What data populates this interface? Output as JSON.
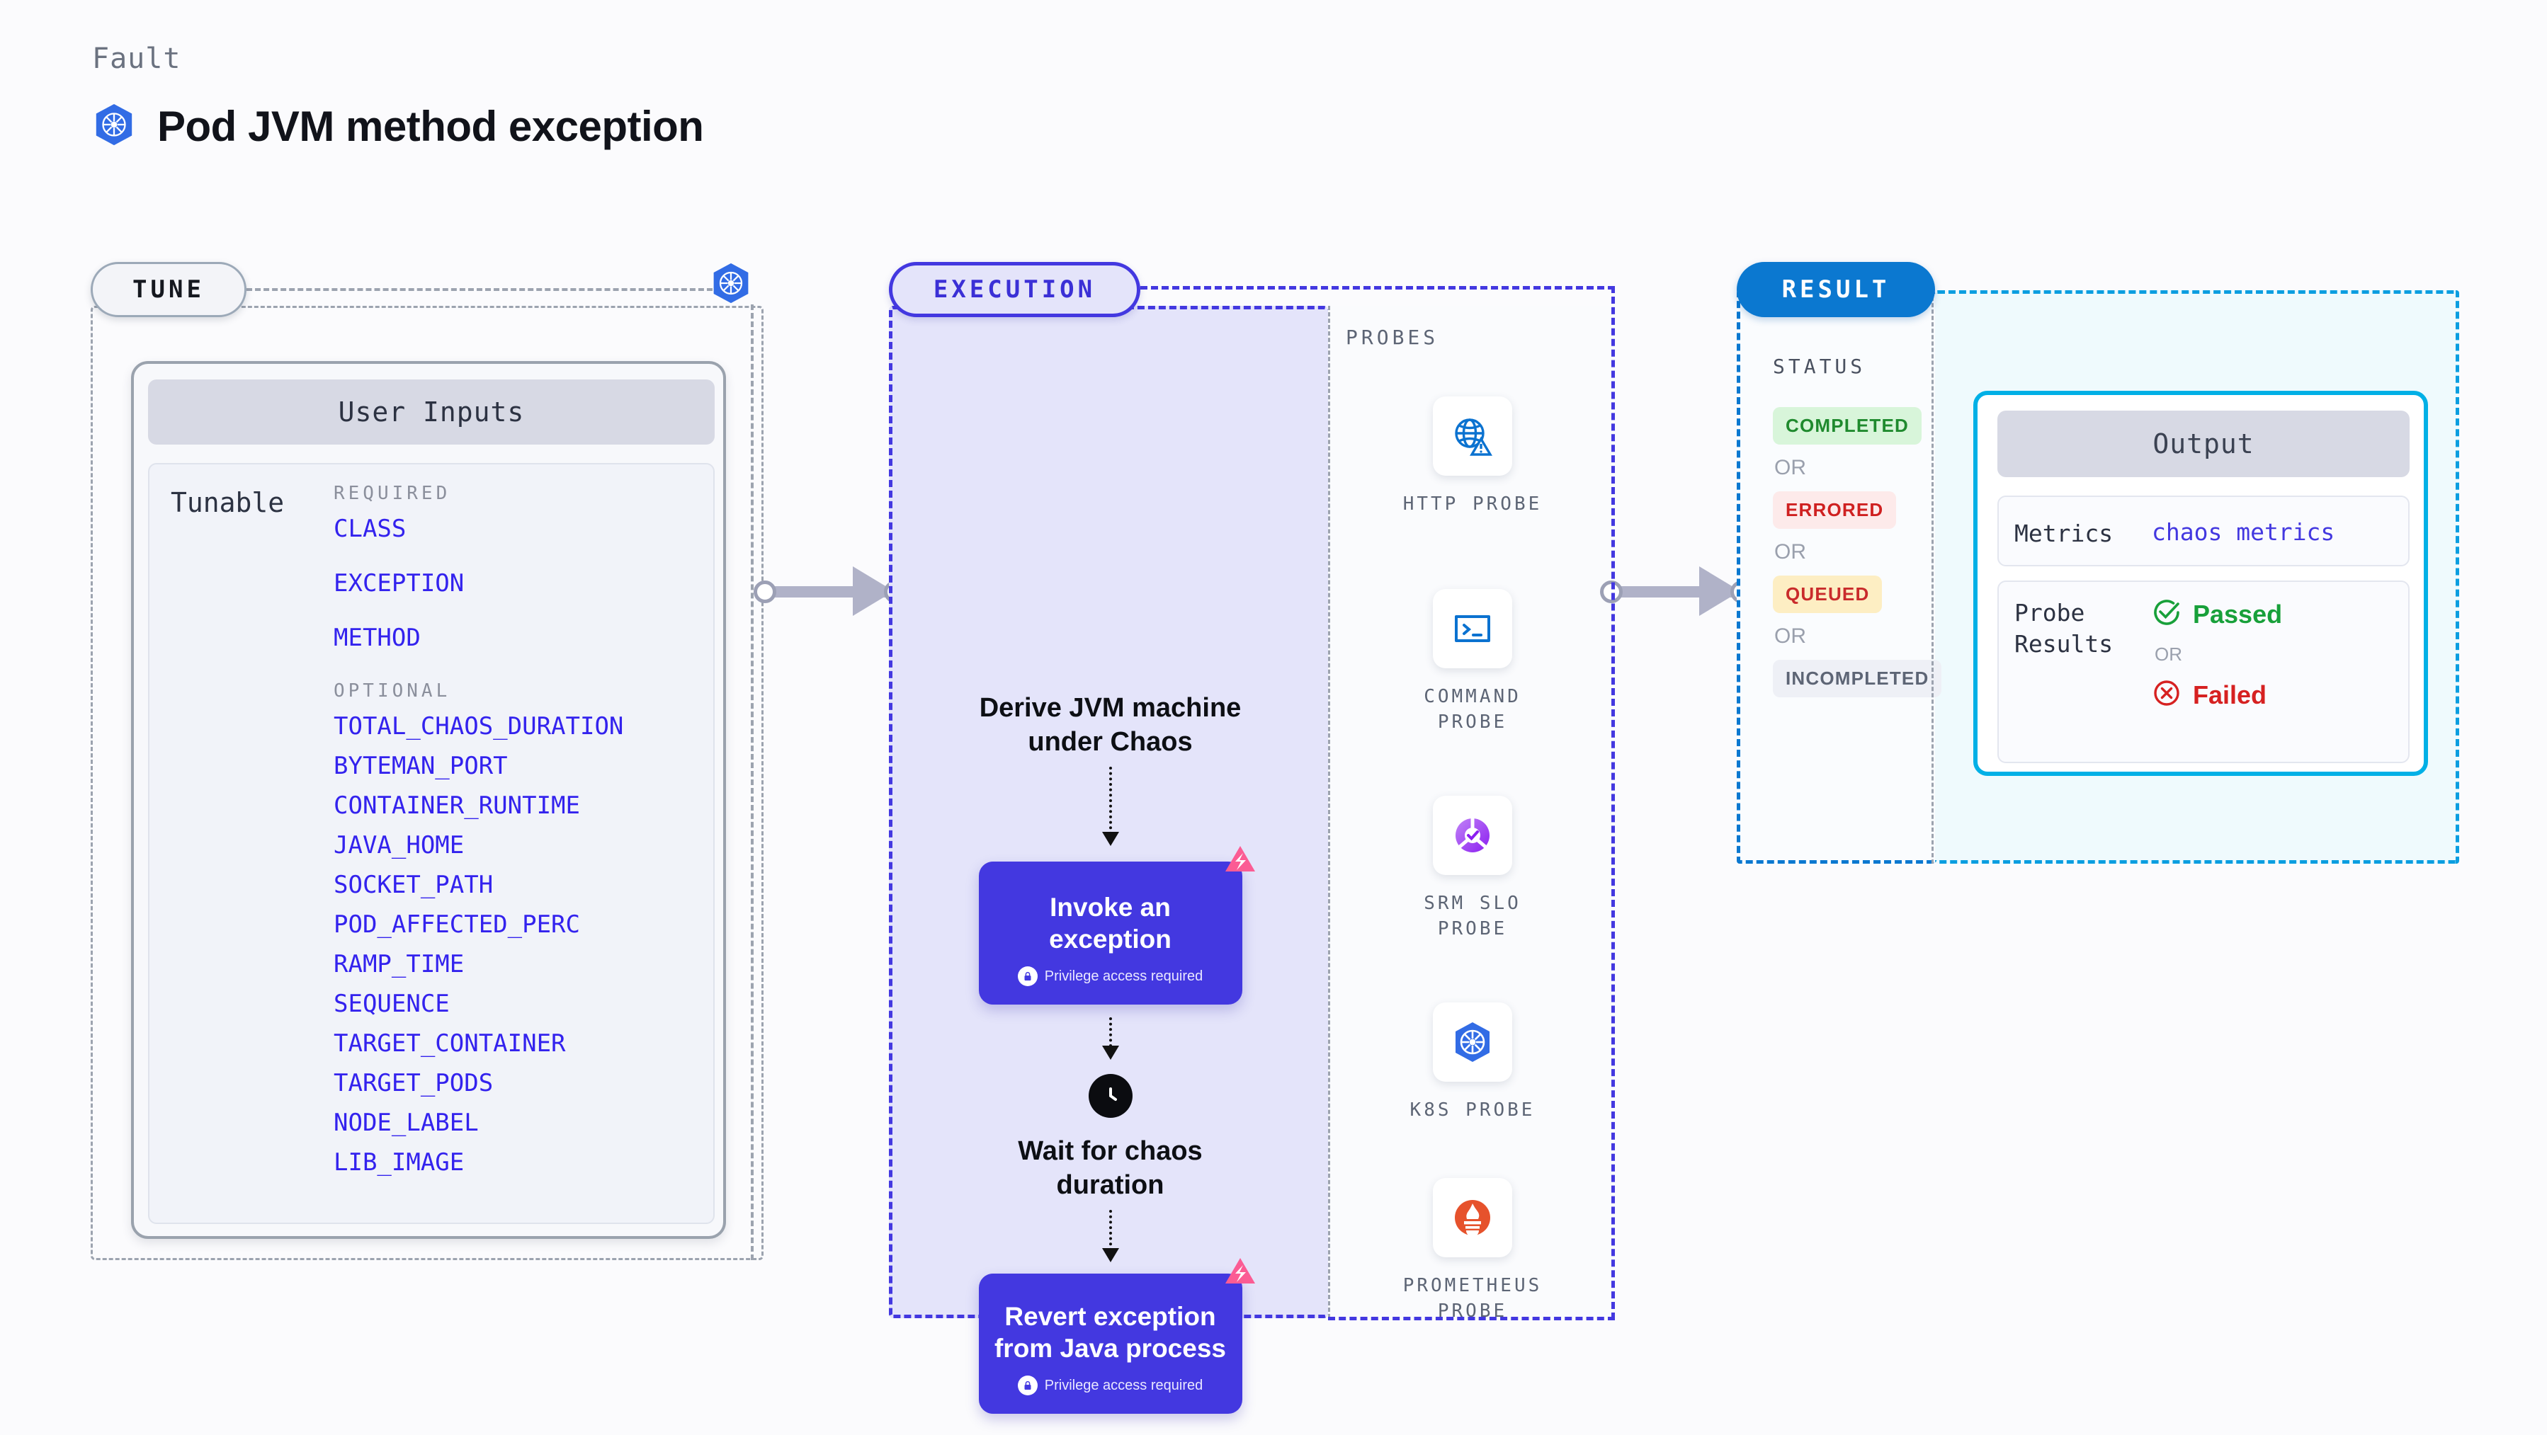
{
  "header": {
    "eyebrow": "Fault",
    "title": "Pod JVM method exception",
    "logo_icon": "kubernetes-icon"
  },
  "tune": {
    "badge": "TUNE",
    "k8s_icon": "kubernetes-icon",
    "card_title": "User Inputs",
    "tunable_label": "Tunable",
    "required_label": "REQUIRED",
    "optional_label": "OPTIONAL",
    "required": [
      "CLASS",
      "EXCEPTION",
      "METHOD"
    ],
    "optional": [
      "TOTAL_CHAOS_DURATION",
      "BYTEMAN_PORT",
      "CONTAINER_RUNTIME",
      "JAVA_HOME",
      "SOCKET_PATH",
      "POD_AFFECTED_PERC",
      "RAMP_TIME",
      "SEQUENCE",
      "TARGET_CONTAINER",
      "TARGET_PODS",
      "NODE_LABEL",
      "LIB_IMAGE"
    ],
    "param_color": "#3322ee"
  },
  "execution": {
    "badge": "EXECUTION",
    "accent": "#4338e0",
    "background": "#e4e4fa",
    "step_1_title": "Derive JVM machine\nunder Chaos",
    "step_1_line_1": "Derive JVM machine",
    "step_1_line_2": "under Chaos",
    "step_2_title": "Invoke an exception",
    "step_2_note": "Privilege access required",
    "step_2_note_icon": "lock-icon",
    "step_2_corner_icon": "chaos-badge-icon",
    "wait_icon": "clock-icon",
    "step_3_line_1": "Wait for chaos",
    "step_3_line_2": "duration",
    "step_4_line_1": "Revert exception",
    "step_4_line_2": "from Java process",
    "step_4_note": "Privilege access required",
    "step_4_note_icon": "lock-icon",
    "step_4_corner_icon": "chaos-badge-icon"
  },
  "probes": {
    "title": "PROBES",
    "items": [
      {
        "icon": "globe-warning-icon",
        "name_line_1": "HTTP  PROBE",
        "name_line_2": ""
      },
      {
        "icon": "terminal-icon",
        "name_line_1": "COMMAND",
        "name_line_2": "PROBE"
      },
      {
        "icon": "srm-slo-icon",
        "name_line_1": "SRM  SLO",
        "name_line_2": "PROBE"
      },
      {
        "icon": "kubernetes-icon",
        "name_line_1": "K8S  PROBE",
        "name_line_2": ""
      },
      {
        "icon": "prometheus-icon",
        "name_line_1": "PROMETHEUS",
        "name_line_2": "PROBE"
      }
    ]
  },
  "result": {
    "badge": "RESULT",
    "accent": "#0b78d0",
    "status_label": "STATUS",
    "or_text": "OR",
    "statuses": [
      {
        "label": "COMPLETED",
        "text_color": "#1f8a2e",
        "bg_color": "#d8f5da"
      },
      {
        "label": "ERRORED",
        "text_color": "#cf2020",
        "bg_color": "#fdeaea"
      },
      {
        "label": "QUEUED",
        "text_color": "#c92b2b",
        "bg_color": "#fdeec3"
      },
      {
        "label": "INCOMPLETED",
        "text_color": "#5d6575",
        "bg_color": "#eef0f6"
      }
    ]
  },
  "output": {
    "accent": "#00b0e6",
    "header": "Output",
    "metrics_key": "Metrics",
    "metrics_value": "chaos metrics",
    "probe_results_key_line_1": "Probe",
    "probe_results_key_line_2": "Results",
    "passed_label": "Passed",
    "passed_icon": "check-circle-icon",
    "passed_color": "#18a03a",
    "or_text": "OR",
    "failed_label": "Failed",
    "failed_icon": "x-circle-icon",
    "failed_color": "#d62121"
  },
  "connectors": {
    "arrow_color": "#b0b2c8",
    "arrow_1_icon": "flow-arrow-right-icon",
    "arrow_2_icon": "flow-arrow-right-icon"
  }
}
